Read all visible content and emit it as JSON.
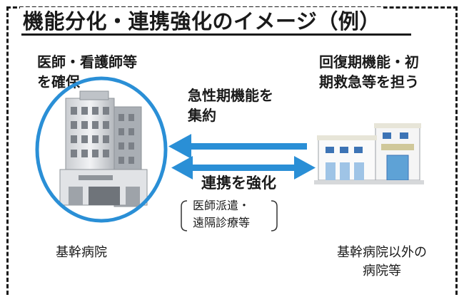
{
  "title": "機能分化・連携強化のイメージ（例）",
  "left_hospital": {
    "heading_lines": [
      "医師・看護師等",
      "を確保"
    ],
    "caption": "基幹病院"
  },
  "right_hospital": {
    "heading_lines": [
      "回復期機能・初",
      "期救急等を担う"
    ],
    "caption_lines": [
      "基幹病院以外の",
      "病院等"
    ]
  },
  "arrow_top": {
    "label_lines": [
      "急性期機能を",
      "集約"
    ]
  },
  "arrow_bottom": {
    "label": "連携を強化",
    "sub_lines": [
      "医師派遣・",
      "遠隔診療等"
    ]
  },
  "colors": {
    "accent_blue": "#2a8fd6",
    "frame": "#1a1a1a"
  }
}
